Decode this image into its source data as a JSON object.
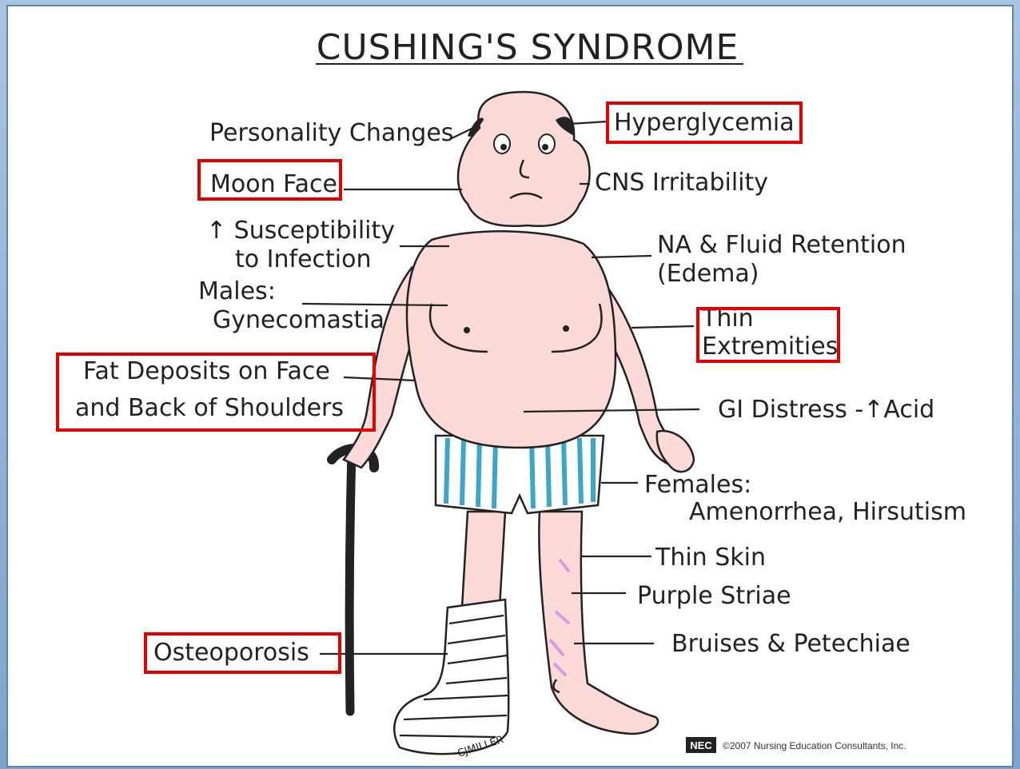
{
  "title": "CUSHING'S SYNDROME",
  "labels": {
    "personality": "Personality Changes",
    "hyperglycemia": "Hyperglycemia",
    "moon_face": "Moon Face",
    "cns": "CNS Irritability",
    "susceptibility_1": "↑ Susceptibility",
    "susceptibility_2": "to Infection",
    "na_fluid_1": "NA & Fluid Retention",
    "na_fluid_2": "(Edema)",
    "males_1": "Males:",
    "males_2": "Gynecomastia",
    "thin_ext_1": "Thin",
    "thin_ext_2": "Extremities",
    "fat_1": "Fat Deposits on Face",
    "fat_2": "and Back of Shoulders",
    "gi": "GI Distress -↑Acid",
    "females_1": "Females:",
    "females_2": "Amenorrhea, Hirsutism",
    "thin_skin": "Thin Skin",
    "purple": "Purple Striae",
    "bruises": "Bruises & Petechiae",
    "osteoporosis": "Osteoporosis"
  },
  "signature": "CJMILLER",
  "copyright": "©2007 Nursing Education Consultants, Inc.",
  "logo": "NEC",
  "colors": {
    "highlight_box": "#e00000",
    "skin": "#fbd9d6",
    "shorts_stripe": "#3aa6c9",
    "striae": "#d79be6",
    "frame": "#8fb0d2"
  }
}
